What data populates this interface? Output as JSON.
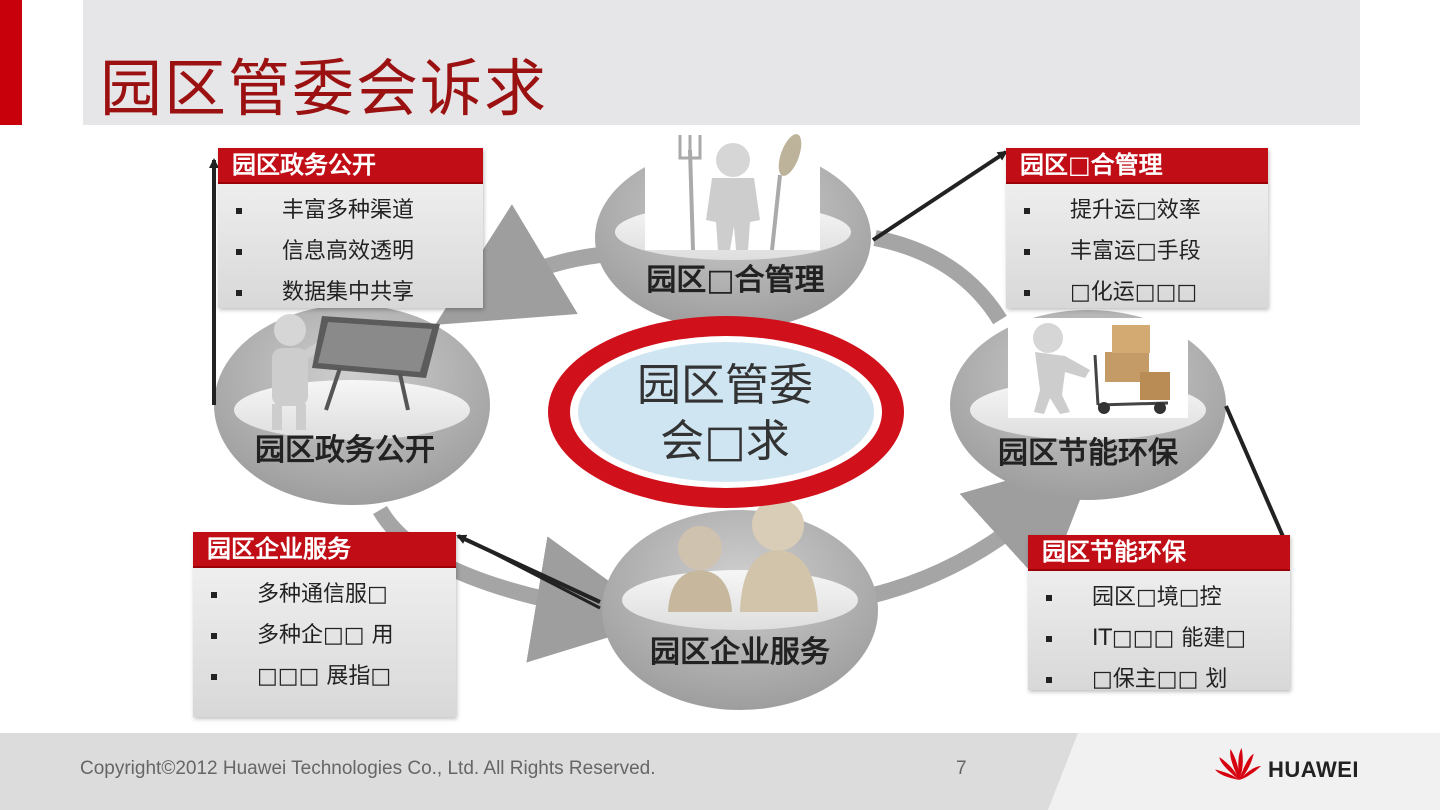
{
  "title": "园区管委会诉求",
  "center": {
    "line1": "园区管委",
    "line2": "会□求"
  },
  "nodes": {
    "top": "园区□合管理",
    "left": "园区政务公开",
    "right": "园区节能环保",
    "bottom": "园区企业服务"
  },
  "boxes": {
    "top_left": {
      "title": "园区政务公开",
      "items": [
        "丰富多种渠道",
        "信息高效透明",
        "数据集中共享"
      ]
    },
    "top_right": {
      "title": "园区□合管理",
      "items": [
        "提升运□效率",
        "丰富运□手段",
        "□化运□□□"
      ]
    },
    "bottom_left": {
      "title": "园区企业服务",
      "items": [
        "多种通信服□",
        "多种企□□ 用",
        "□□□ 展指□"
      ]
    },
    "bottom_right": {
      "title": "园区节能环保",
      "items": [
        "园区□境□控",
        "IT□□□ 能建□",
        "□保主□□ 划"
      ]
    }
  },
  "footer": {
    "copyright": "Copyright©2012 Huawei Technologies Co., Ltd. All Rights Reserved.",
    "page": "7",
    "brand": "HUAWEI"
  },
  "colors": {
    "accent_red": "#c8000b",
    "title_red": "#9b1111",
    "node_gray": "#a9a9a9"
  }
}
